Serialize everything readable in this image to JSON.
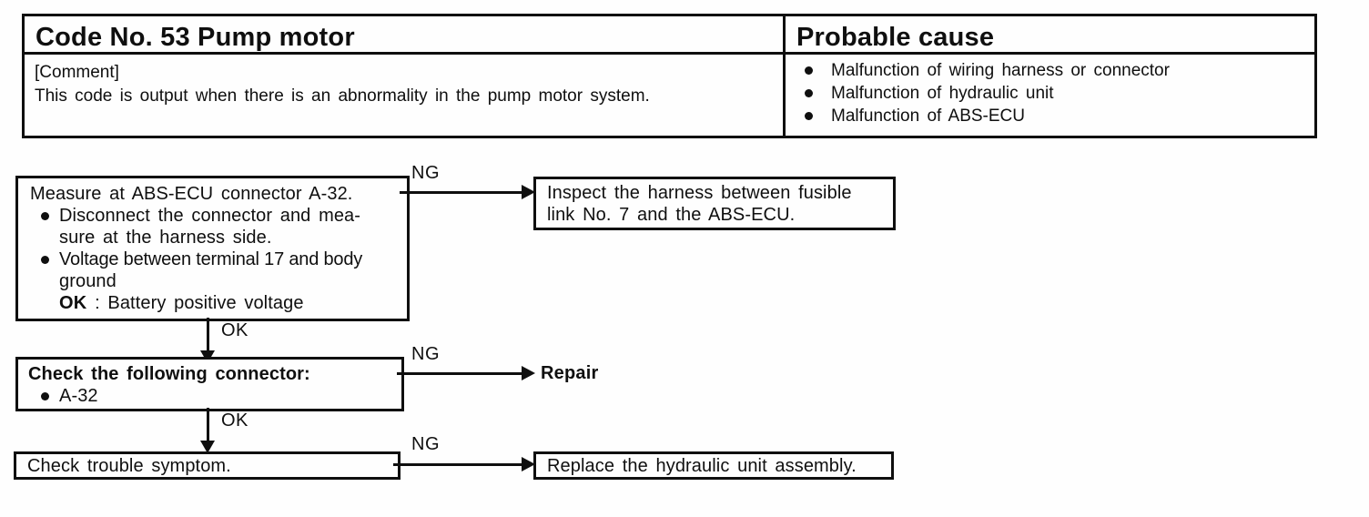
{
  "table": {
    "code_title": "Code No. 53 Pump motor",
    "probable_cause_title": "Probable cause",
    "comment_label": "[Comment]",
    "comment_text": "This code is output when there is an abnormality in the pump motor system.",
    "probable_causes": [
      "Malfunction of wiring harness or connector",
      "Malfunction of hydraulic unit",
      "Malfunction of ABS-ECU"
    ]
  },
  "flowchart": {
    "step1": {
      "title": "Measure at ABS-ECU connector A-32.",
      "bullet1_line1": "Disconnect the connector and mea-",
      "bullet1_line2": "sure at the harness side.",
      "bullet2_line1": "Voltage between terminal 17 and body",
      "bullet2_line2": "ground",
      "ok_key": "OK",
      "ok_value": " : Battery positive voltage",
      "ng_label": "NG",
      "ok_branch_label": "OK",
      "ng_action_line1": "Inspect the harness between fusible",
      "ng_action_line2": "link No. 7 and the ABS-ECU."
    },
    "step2": {
      "title": "Check the following connector:",
      "bullet": "A-32",
      "ng_label": "NG",
      "ok_branch_label": "OK",
      "ng_action": "Repair"
    },
    "step3": {
      "title": "Check trouble symptom.",
      "ng_label": "NG",
      "ng_action": "Replace the hydraulic unit assembly."
    }
  }
}
